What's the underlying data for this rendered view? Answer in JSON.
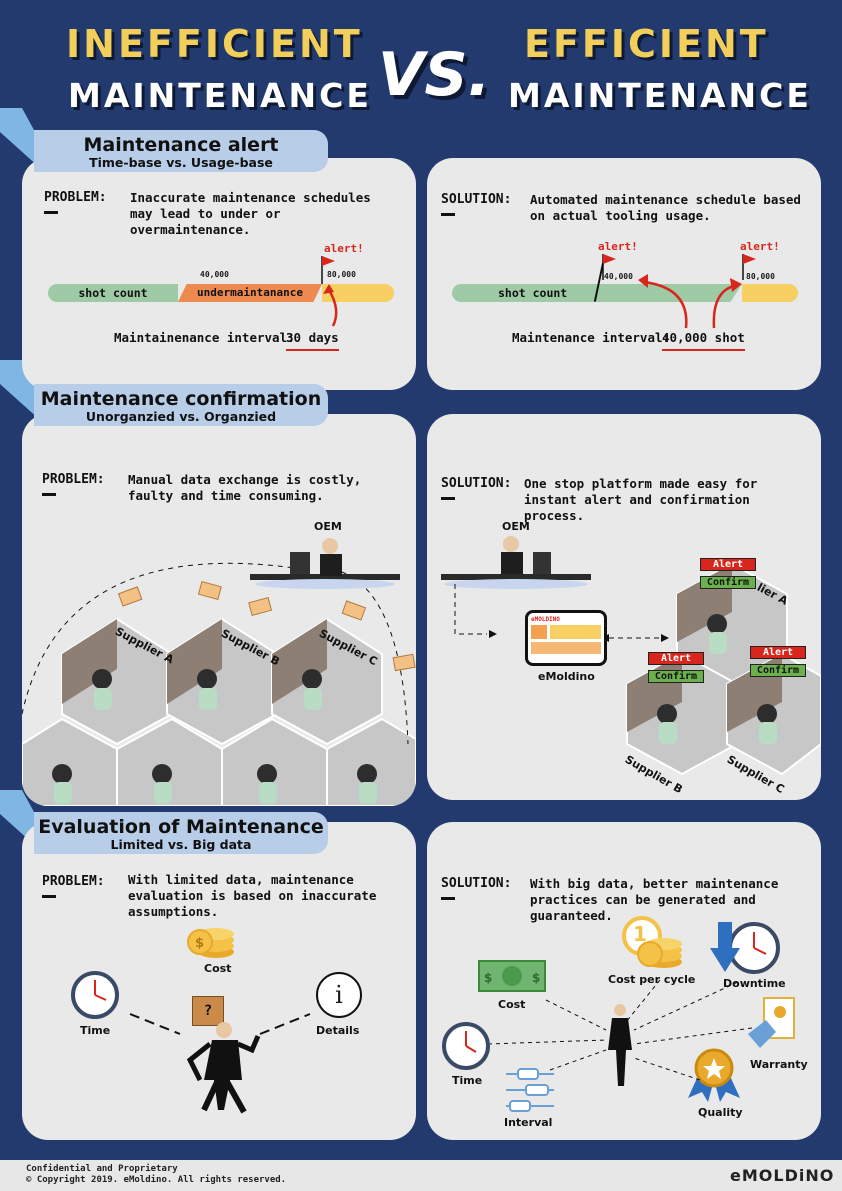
{
  "header": {
    "left_line1": "INEFFICIENT",
    "left_line2": "MAINTENANCE",
    "vs": "VS.",
    "right_line1": "EFFICIENT",
    "right_line2": "MAINTENANCE"
  },
  "sections": {
    "alert": {
      "title": "Maintenance alert",
      "subtitle": "Time-base vs. Usage-base",
      "problem_label": "PROBLEM:",
      "problem_text": "Inaccurate maintenance schedules may lead to under or overmaintenance.",
      "left_bar": {
        "seg1": "shot count",
        "seg2": "undermaintanance",
        "tick1": "40,000",
        "tick2": "80,000",
        "alert": "alert!"
      },
      "left_interval_label": "Maintainenance interval:",
      "left_interval_value": "30 days",
      "solution_label": "SOLUTION:",
      "solution_text": "Automated maintenance schedule based on actual tooling usage.",
      "right_bar": {
        "seg1": "shot count",
        "tick1": "40,000",
        "tick2": "80,000",
        "alert1": "alert!",
        "alert2": "alert!"
      },
      "right_interval_label": "Maintenance interval:",
      "right_interval_value": "40,000 shot"
    },
    "confirm": {
      "title": "Maintenance confirmation",
      "subtitle": "Unorganzied vs. Organzied",
      "problem_label": "PROBLEM:",
      "problem_text": "Manual data exchange is costly, faulty and time consuming.",
      "oem": "OEM",
      "supplier_a": "Supplier A",
      "supplier_b": "Supplier B",
      "supplier_c": "Supplier C",
      "solution_label": "SOLUTION:",
      "solution_text": "One stop platform made easy for instant alert and confirmation process.",
      "oem_right": "OEM",
      "platform": "eMoldino",
      "platform_logo": "eMOLDINO",
      "tag_alert": "Alert",
      "tag_confirm": "Confirm",
      "r_supplier_a": "lier A",
      "r_supplier_b": "Supplier B",
      "r_supplier_c": "Supplier C"
    },
    "evaluation": {
      "title": "Evaluation of Maintenance",
      "subtitle": "Limited vs. Big data",
      "problem_label": "PROBLEM:",
      "problem_text": "With limited data, maintenance evaluation is based on inaccurate assumptions.",
      "left_items": {
        "cost": "Cost",
        "time": "Time",
        "details": "Details",
        "question": "?",
        "info": "i"
      },
      "solution_label": "SOLUTION:",
      "solution_text": "With big data, better maintenance practices can be generated and guaranteed.",
      "right_items": {
        "cost": "Cost",
        "cost_per_cycle": "Cost per cycle",
        "downtime": "Downtime",
        "warranty": "Warranty",
        "quality": "Quality",
        "interval": "Interval",
        "time": "Time",
        "coin_number": "1"
      }
    }
  },
  "footer": {
    "line1": "Confidential and Proprietary",
    "line2": "© Copyright 2019. eMoldino. All rights reserved.",
    "brand": "eMOLDiNO"
  },
  "colors": {
    "background": "#223a6e",
    "accent_yellow": "#f2cf5b",
    "panel": "#e9e9e9",
    "tab": "#b7cde8",
    "bar_green": "#9ecba6",
    "bar_orange": "#ee8a4f",
    "bar_yellow": "#f7cf62",
    "alert_red": "#d9261c"
  }
}
